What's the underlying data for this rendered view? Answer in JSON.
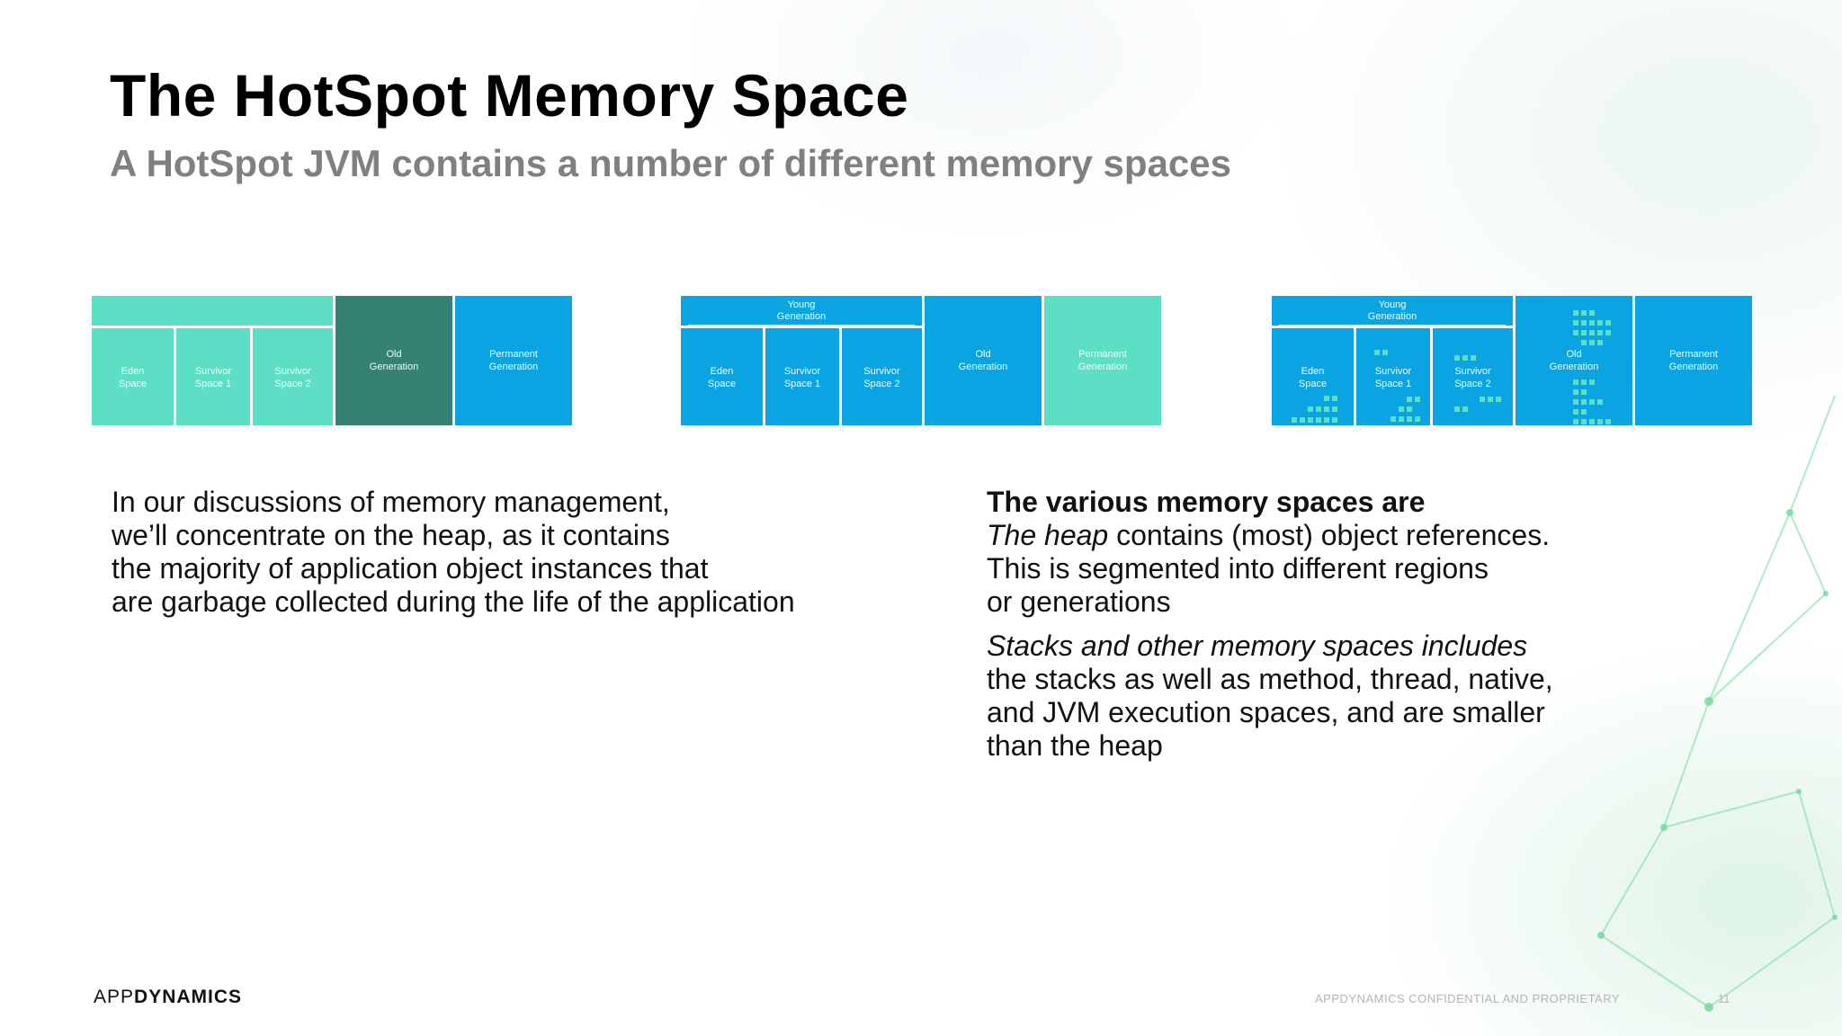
{
  "slide": {
    "title": "The HotSpot Memory Space",
    "subtitle": "A HotSpot JVM contains a number of different memory spaces"
  },
  "diagram_labels": {
    "young_generation": "Young Generation",
    "eden_space": "Eden Space",
    "survivor_space_1": "Survivor Space 1",
    "survivor_space_2": "Survivor Space 2",
    "old_generation": "Old Generation",
    "permanent_generation": "Permanent Generation"
  },
  "colors": {
    "mint": "#5ddfc6",
    "dark_green": "#358272",
    "blue": "#0aa4e3"
  },
  "left_paragraph": {
    "lines": [
      "In our discussions of memory management,",
      "we’ll concentrate on the heap, as it contains",
      "the majority of application object instances that",
      "are garbage collected during the life of the application"
    ]
  },
  "right_paragraph": {
    "heading": "The various memory spaces are",
    "heap_term": "The heap",
    "heap_line1_rest": " contains (most) object references.",
    "heap_line2": "This is segmented into different regions",
    "heap_line3": "or generations",
    "stacks_term": "Stacks and other memory spaces includes",
    "stacks_line1": "the stacks as well as method, thread, native,",
    "stacks_line2": "and JVM execution spaces, and are smaller",
    "stacks_line3": "than the heap"
  },
  "footer": {
    "logo_part1": "APP",
    "logo_part2": "DYNAMICS",
    "confidential": "APPDYNAMICS CONFIDENTIAL AND PROPRIETARY",
    "page_number": "11"
  }
}
